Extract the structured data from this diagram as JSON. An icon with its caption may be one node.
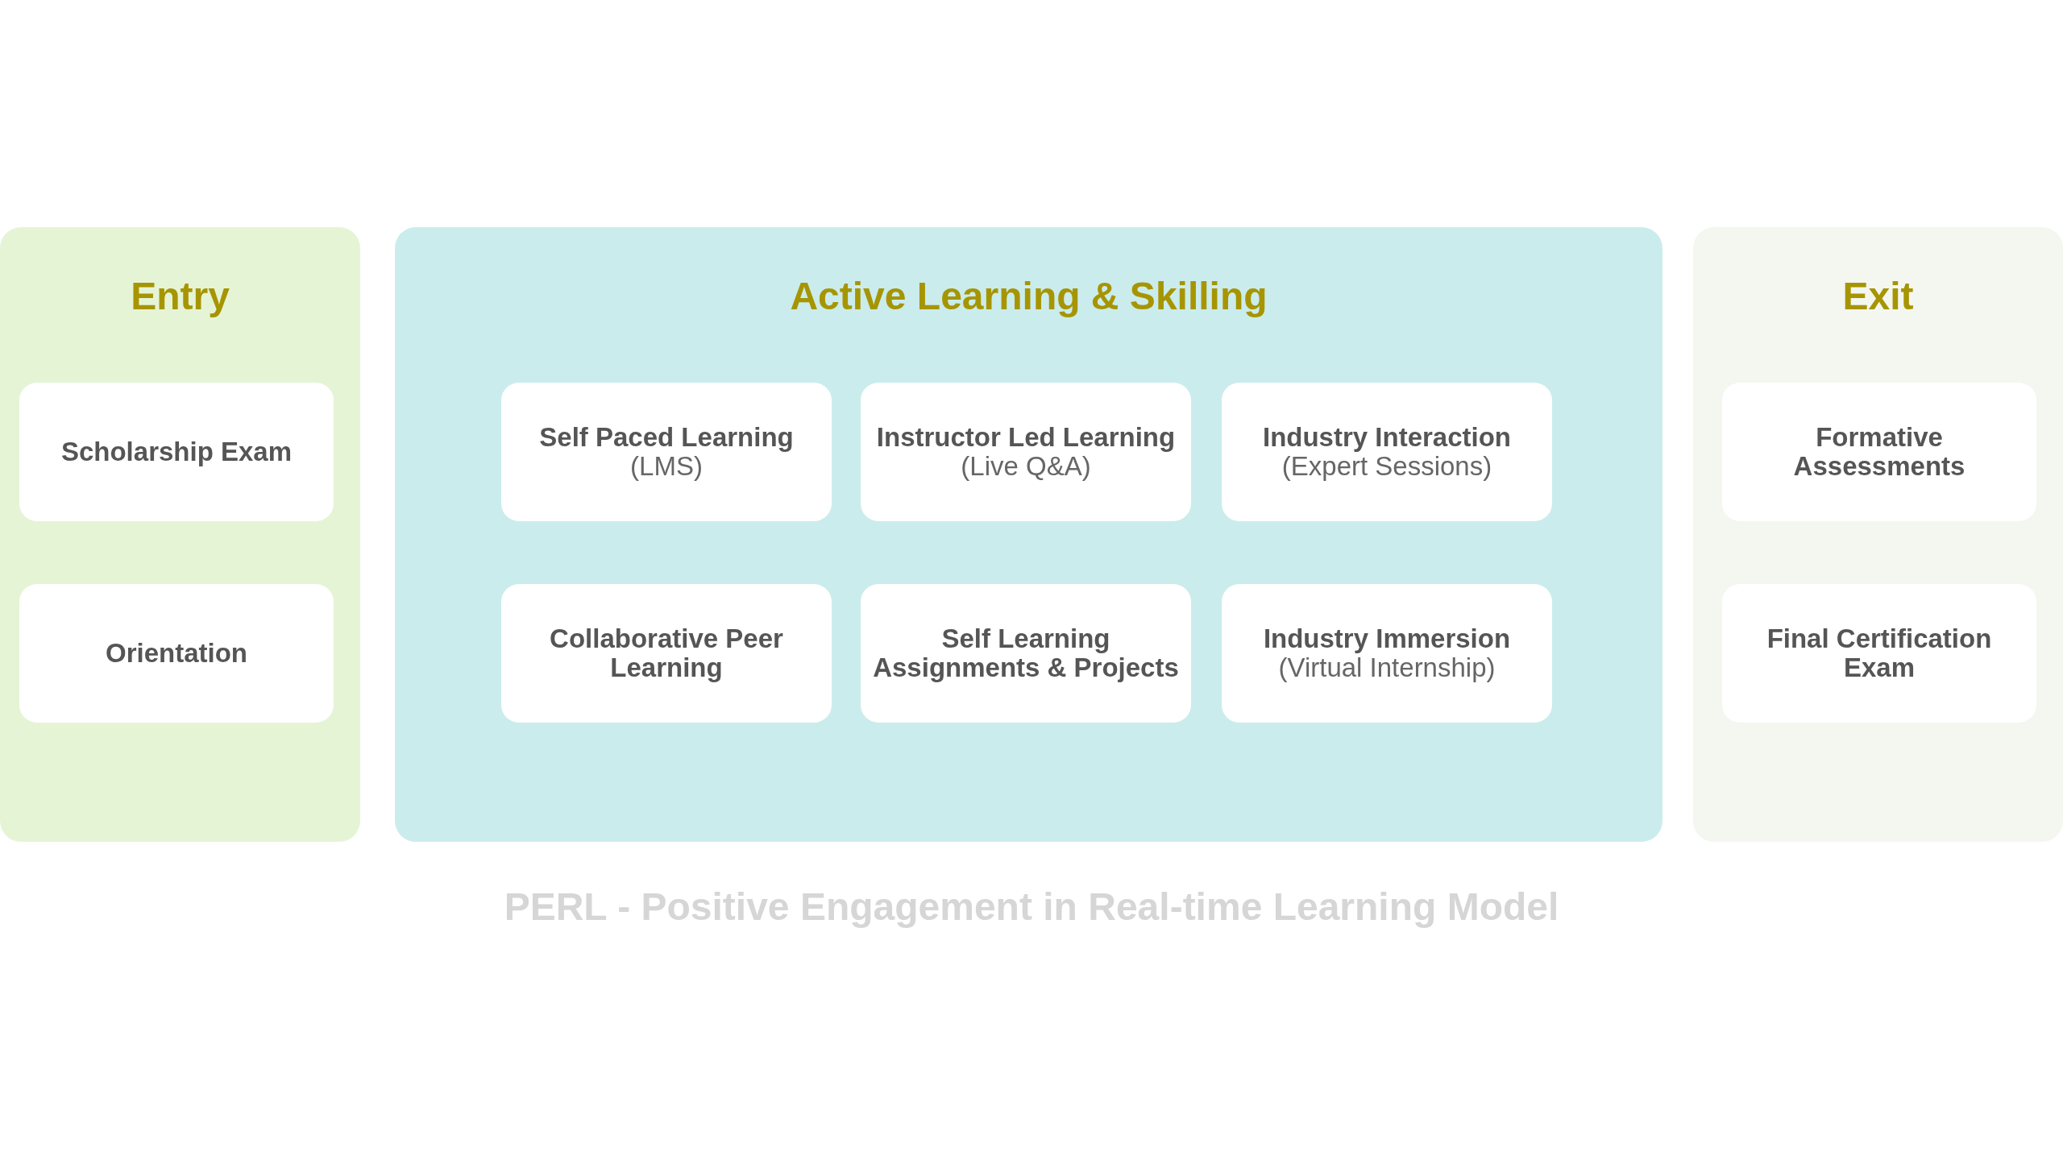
{
  "diagram": {
    "caption": "PERL - Positive Engagement in Real-time Learning Model",
    "nodes": [
      {
        "text": [
          "Entry"
        ]
      },
      {
        "text": [
          "Scholarship Exam"
        ],
        "in": 0
      },
      {
        "text": [
          "Orientation"
        ],
        "in": 0
      },
      {
        "text": [
          "Active Learning & Skilling"
        ]
      },
      {
        "text": [
          "Self Paced Learning",
          "(LMS)"
        ],
        "in": 3
      },
      {
        "text": [
          "Instructor Led Learning",
          "(Live Q&A)"
        ],
        "in": 3
      },
      {
        "text": [
          "Industry Interaction",
          "(Expert Sessions)"
        ],
        "in": 3
      },
      {
        "text": [
          "Collaborative Peer Learning"
        ],
        "in": 3
      },
      {
        "text": [
          "Self Learning Assignments & Projects"
        ],
        "in": 3
      },
      {
        "text": [
          "Industry Immersion",
          "(Virtual Internship)"
        ],
        "in": 3
      },
      {
        "text": [
          "Exit"
        ]
      },
      {
        "text": [
          "Formative Assessments"
        ],
        "in": 10
      },
      {
        "text": [
          "Final Certification Exam"
        ],
        "in": 10
      }
    ]
  }
}
